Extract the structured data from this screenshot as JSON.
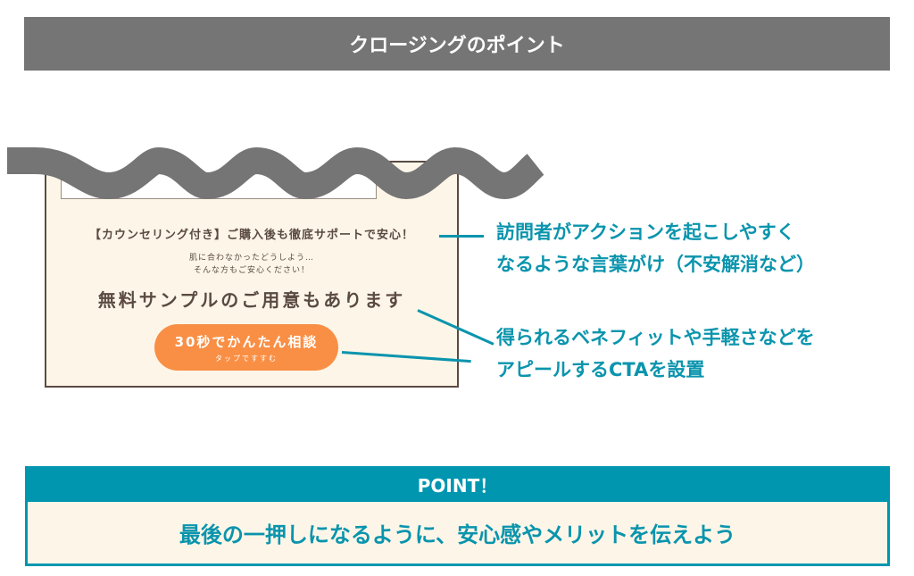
{
  "header": {
    "title": "クロージングのポイント"
  },
  "card": {
    "headline": "【カウンセリング付き】ご購入後も徹底サポートで安心！",
    "sub_line1": "肌に合わなかったどうしよう…",
    "sub_line2": "そんな方もご安心ください！",
    "main_copy": "無料サンプルのご用意もあります",
    "cta": {
      "label": "30秒でかんたん相談",
      "sublabel": "タップですすむ",
      "color": "#f98f45"
    }
  },
  "annotations": [
    {
      "line1": "訪問者がアクションを起こしやすく",
      "line2": "なるような言葉がけ（不安解消など）"
    },
    {
      "line1": "得られるベネフィットや手軽さなどを",
      "line2": "アピールするCTAを設置"
    }
  ],
  "point": {
    "label": "POINT！",
    "text": "最後の一押しになるように、安心感やメリットを伝えよう"
  },
  "colors": {
    "accent": "#0096b0",
    "header": "#757575",
    "card_bg": "#fdf6e8",
    "cta": "#f98f45"
  }
}
